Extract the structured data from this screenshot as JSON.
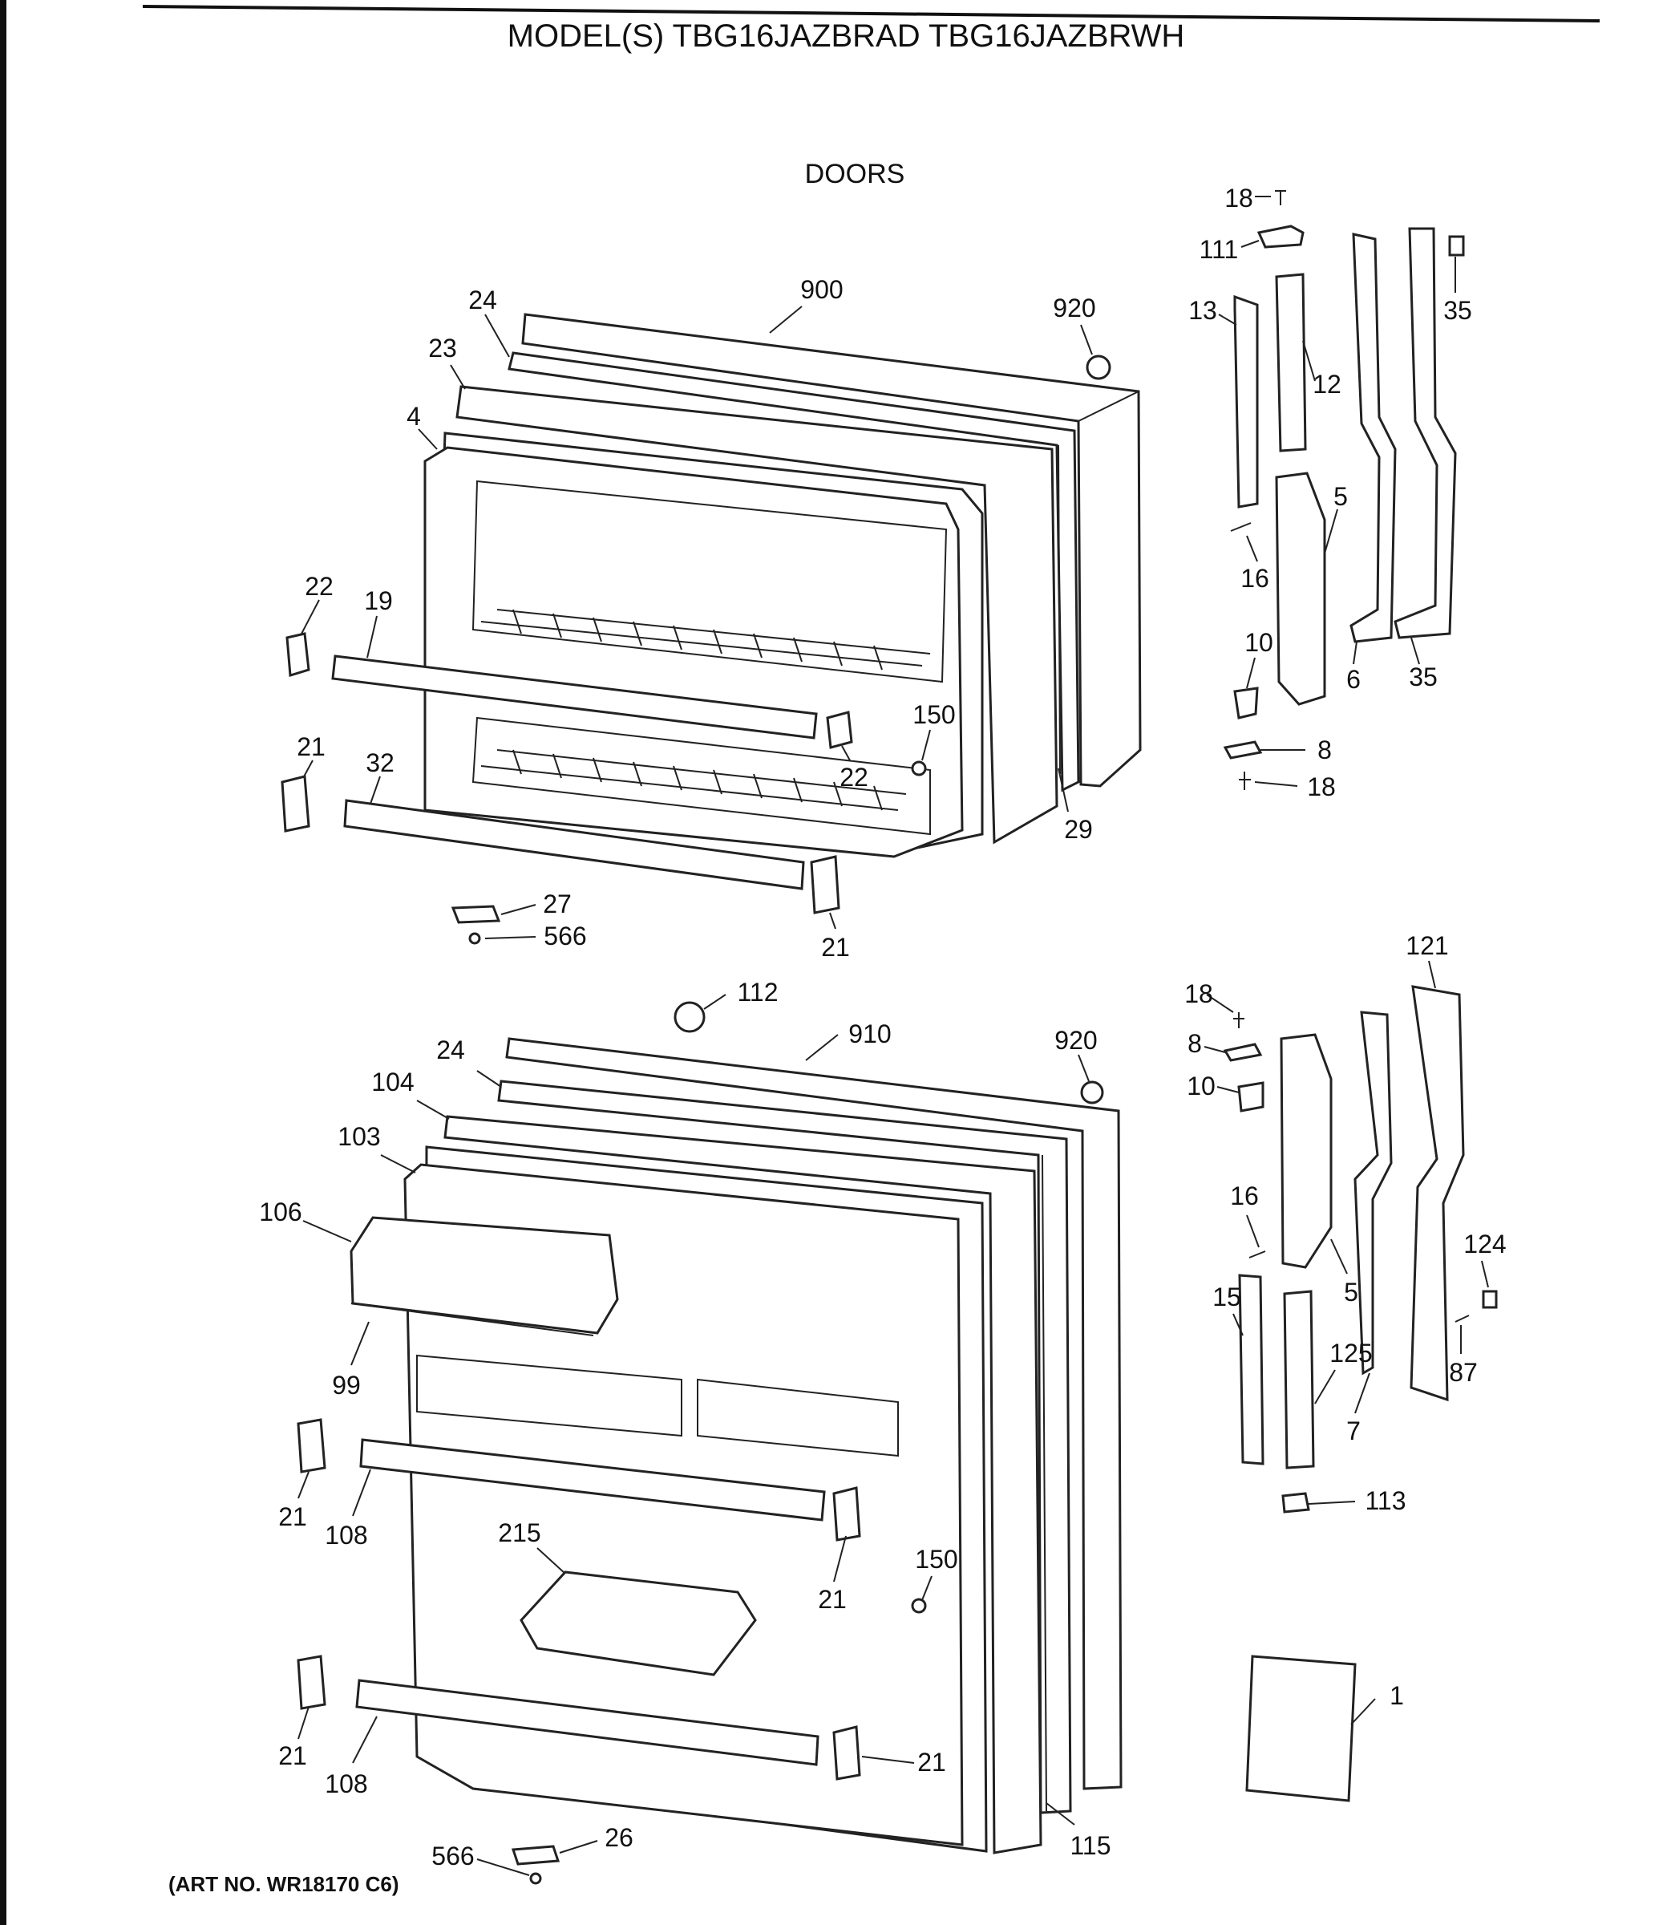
{
  "header": {
    "title": "MODEL(S) TBG16JAZBRAD  TBG16JAZBRWH",
    "section": "DOORS"
  },
  "footer": {
    "art_number": "(ART NO. WR18170 C6)"
  },
  "callouts": {
    "c18a": "18",
    "c111": "111",
    "c13": "13",
    "c12": "12",
    "c35a": "35",
    "c900": "900",
    "c920a": "920",
    "c24a": "24",
    "c23": "23",
    "c4": "4",
    "c5a": "5",
    "c16a": "16",
    "c10a": "10",
    "c6": "6",
    "c35b": "35",
    "c22a": "22",
    "c19": "19",
    "c150a": "150",
    "c22b": "22",
    "c8a": "8",
    "c18b": "18",
    "c29": "29",
    "c21a": "21",
    "c32": "32",
    "c21b": "21",
    "c27": "27",
    "c566a": "566",
    "c121": "121",
    "c112": "112",
    "c910": "910",
    "c920b": "920",
    "c18c": "18",
    "c24b": "24",
    "c8b": "8",
    "c104": "104",
    "c10b": "10",
    "c103": "103",
    "c106": "106",
    "c16b": "16",
    "c124": "124",
    "c5b": "5",
    "c15": "15",
    "c125": "125",
    "c87": "87",
    "c7": "7",
    "c99": "99",
    "c21c": "21",
    "c108a": "108",
    "c113": "113",
    "c215": "215",
    "c150b": "150",
    "c21d": "21",
    "c1": "1",
    "c21e": "21",
    "c21f": "21",
    "c108b": "108",
    "c26": "26",
    "c566b": "566",
    "c115": "115"
  }
}
